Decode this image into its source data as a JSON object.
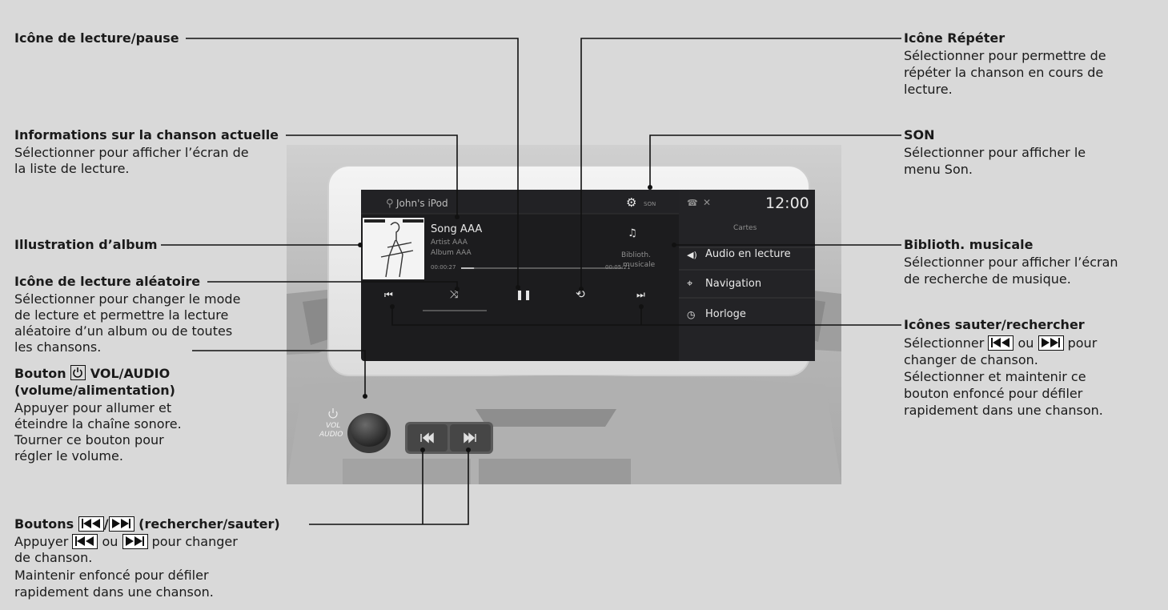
{
  "screen": {
    "device_label": "John's iPod",
    "son_label": "SON",
    "clock": "12:00",
    "song": "Song AAA",
    "artist": "Artist AAA",
    "album": "Album AAA",
    "time_elapsed": "00:00:27",
    "time_total": "00:05:21",
    "progress": 0.08,
    "library_line1": "Biblioth.",
    "library_line2": "musicale",
    "menu_header": "Cartes",
    "menu": [
      "Audio en lecture",
      "Navigation",
      "Horloge"
    ]
  },
  "console": {
    "vol_label": "VOL",
    "audio_label": "AUDIO"
  },
  "callouts": {
    "play_pause": {
      "title": "Icône de lecture/pause"
    },
    "song_info": {
      "title": "Informations sur la chanson actuelle",
      "desc": [
        "Sélectionner pour afficher l’écran de",
        "la liste de lecture."
      ]
    },
    "album_art": {
      "title": "Illustration d’album"
    },
    "shuffle": {
      "title": "Icône de lecture aléatoire",
      "desc": [
        "Sélectionner pour changer le mode",
        "de lecture et permettre la lecture",
        "aléatoire d’un album ou de toutes",
        "les chansons."
      ]
    },
    "vol_audio": {
      "title_prefix": "Bouton",
      "title_suffix": "VOL/AUDIO",
      "title2": "(volume/alimentation)",
      "desc": [
        "Appuyer pour allumer et",
        "éteindre la chaîne sonore.",
        "Tourner ce bouton pour",
        "régler le volume."
      ]
    },
    "buttons_seek": {
      "title_prefix": "Boutons",
      "title_suffix": "(rechercher/sauter)",
      "desc_prefix": "Appuyer",
      "desc_mid": "ou",
      "desc_suffix": "pour changer",
      "desc": [
        "de chanson.",
        "Maintenir enfoncé pour défiler",
        "rapidement dans une chanson."
      ]
    },
    "repeat": {
      "title": "Icône Répéter",
      "desc": [
        "Sélectionner pour permettre de",
        "répéter la chanson en cours de",
        "lecture."
      ]
    },
    "son": {
      "title": "SON",
      "desc": [
        "Sélectionner pour afficher le",
        "menu Son."
      ]
    },
    "library": {
      "title": "Biblioth. musicale",
      "desc": [
        "Sélectionner pour afficher l’écran",
        "de recherche de musique."
      ]
    },
    "skip_icons": {
      "title": "Icônes sauter/rechercher",
      "desc_prefix": "Sélectionner",
      "desc_mid": "ou",
      "desc_suffix": "pour",
      "desc": [
        "changer de chanson.",
        "Sélectionner et maintenir ce",
        "bouton enfoncé pour défiler",
        "rapidement dans une chanson."
      ]
    }
  },
  "icons": [
    "usb-icon",
    "gear-icon",
    "music-library-icon",
    "speaker-icon",
    "navigation-icon",
    "clock-icon",
    "skip-back-icon",
    "shuffle-icon",
    "pause-icon",
    "repeat-icon",
    "skip-forward-icon",
    "power-icon",
    "phone-icon",
    "bluetooth-off-icon"
  ],
  "colors": {
    "page_bg": "#d9d9d9",
    "screen_bg": "#1c1c1e",
    "leader_line": "#111111"
  }
}
